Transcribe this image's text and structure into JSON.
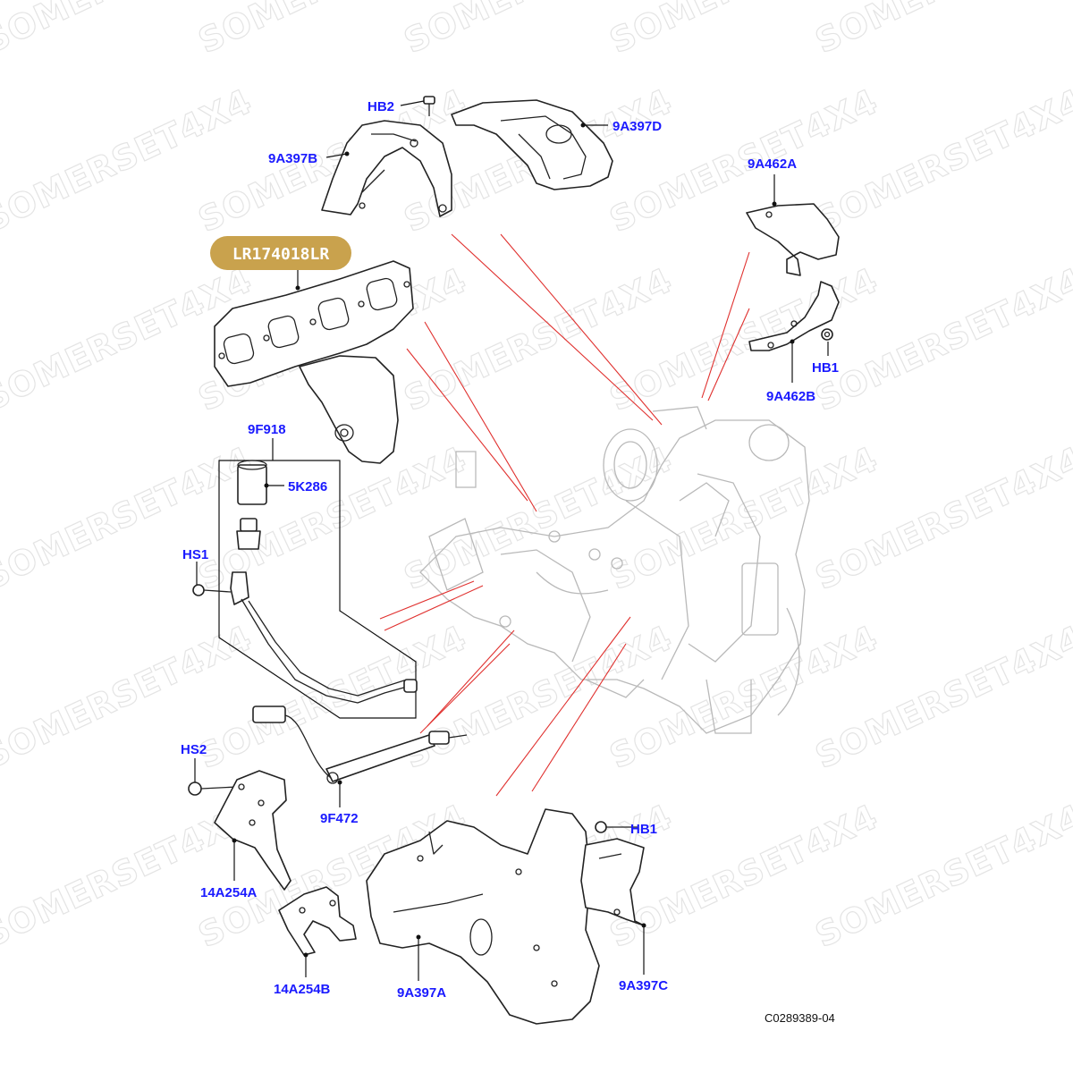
{
  "watermark": "SOMERSET4X4",
  "part_number": "LR174018LR",
  "diagram_code": "C0289389-04",
  "colors": {
    "callout": "#1a1aff",
    "part_number_badge": "#c9a24d",
    "reference_line": "#e0302e"
  },
  "callouts": {
    "hb2": "HB2",
    "a397d": "9A397D",
    "a397b": "9A397B",
    "a462a": "9A462A",
    "hb1_top": "HB1",
    "a462b": "9A462B",
    "f918": "9F918",
    "k286": "5K286",
    "hs1": "HS1",
    "hs2": "HS2",
    "f472": "9F472",
    "hb1_bottom": "HB1",
    "a254a": "14A254A",
    "a254b": "14A254B",
    "a397a": "9A397A",
    "a397c": "9A397C"
  }
}
